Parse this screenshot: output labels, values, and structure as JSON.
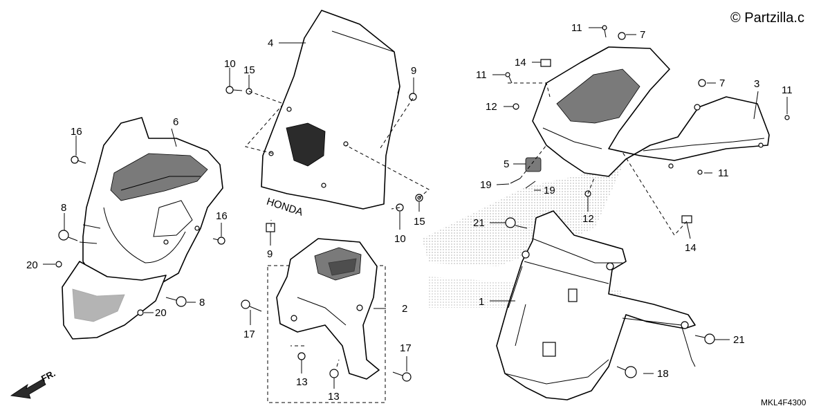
{
  "watermark": "© Partzilla.c",
  "diagram_code": "MKL4F4300",
  "front_indicator": "FR.",
  "windscreen_logo": "HONDA",
  "callouts": {
    "c1": "1",
    "c2": "2",
    "c3": "3",
    "c4": "4",
    "c5": "5",
    "c6": "6",
    "c7a": "7",
    "c7b": "7",
    "c8a": "8",
    "c8b": "8",
    "c9a": "9",
    "c9b": "9",
    "c10a": "10",
    "c10b": "10",
    "c11a": "11",
    "c11b": "11",
    "c11c": "11",
    "c11d": "11",
    "c12a": "12",
    "c12b": "12",
    "c13a": "13",
    "c13b": "13",
    "c14a": "14",
    "c14b": "14",
    "c15a": "15",
    "c15b": "15",
    "c16a": "16",
    "c16b": "16",
    "c17a": "17",
    "c17b": "17",
    "c18": "18",
    "c19a": "19",
    "c19b": "19",
    "c20a": "20",
    "c20b": "20",
    "c21a": "21",
    "c21b": "21"
  }
}
